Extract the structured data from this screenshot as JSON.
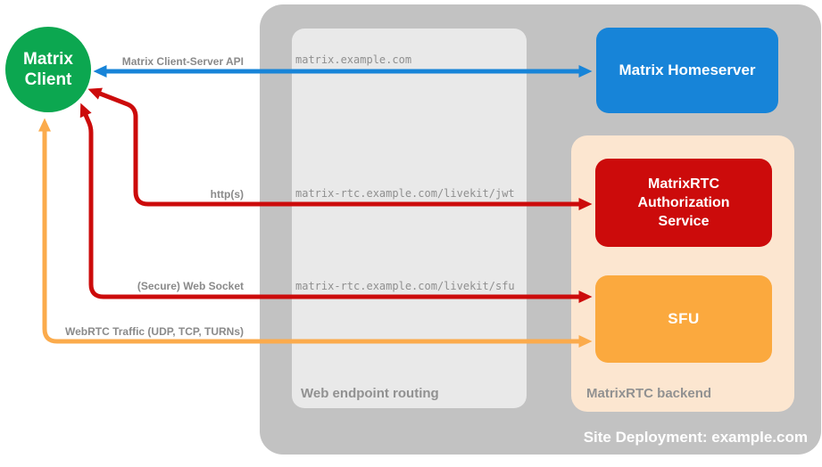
{
  "diagram_title": "Site Deployment: example.com",
  "colors": {
    "client_green": "#0ca750",
    "homeserver_blue": "#1784d8",
    "auth_red": "#cc0b0b",
    "sfu_orange": "#fba93e",
    "webrtc_arrow_orange": "#fbab4c",
    "backend_peach": "#fce6d0",
    "site_gray": "#c2c2c2",
    "routing_gray": "#e9e9e9",
    "label_gray": "#8a8a8a"
  },
  "nodes": {
    "matrix_client": {
      "label": "Matrix Client"
    },
    "matrix_homeserver": {
      "label": "Matrix Homeserver"
    },
    "authorization_service": {
      "label": "MatrixRTC Authorization Service"
    },
    "sfu": {
      "label": "SFU"
    }
  },
  "containers": {
    "site_deployment": {
      "label": "Site Deployment: example.com"
    },
    "web_endpoint_routing": {
      "label": "Web endpoint routing"
    },
    "matrixrtc_backend": {
      "label": "MatrixRTC backend"
    }
  },
  "endpoints": [
    "matrix.example.com",
    "matrix-rtc.example.com/livekit/jwt",
    "matrix-rtc.example.com/livekit/sfu"
  ],
  "arrows": [
    {
      "label": "Matrix Client-Server API",
      "color": "#1784d8",
      "from": "matrix_client",
      "to": "matrix_homeserver",
      "bidirectional": true
    },
    {
      "label": "http(s)",
      "color": "#cc0b0b",
      "from": "matrix_client",
      "to": "authorization_service",
      "bidirectional": true
    },
    {
      "label": "(Secure) Web Socket",
      "color": "#cc0b0b",
      "from": "matrix_client",
      "to": "sfu",
      "bidirectional": true
    },
    {
      "label": "WebRTC Traffic (UDP, TCP, TURNs)",
      "color": "#fbab4c",
      "from": "matrix_client",
      "to": "sfu",
      "bidirectional": true
    }
  ]
}
